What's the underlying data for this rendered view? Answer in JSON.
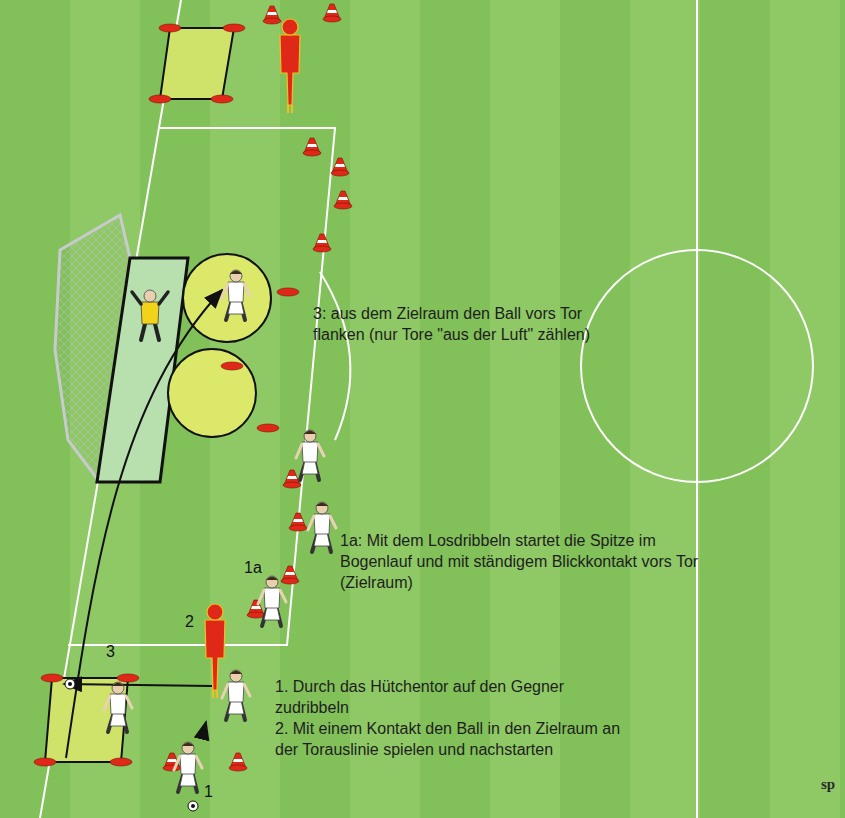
{
  "diagram": {
    "labels": [
      "3: aus dem Zielraum den Ball vors Tor flanken (nur Tore \"aus der Luft\" zählen)",
      "1a: Mit dem Losdribbeln startet die Spitze im Bogenlauf und mit ständigem Blickkontakt vors Tor (Zielraum)",
      "1a",
      "2",
      "3",
      "1. Durch das Hütchentor auf den Gegner zudribbeln",
      "2. Mit einem Kontakt den Ball in den Zielraum an der Torauslinie spielen und nachstarten",
      "1",
      "sp"
    ]
  }
}
